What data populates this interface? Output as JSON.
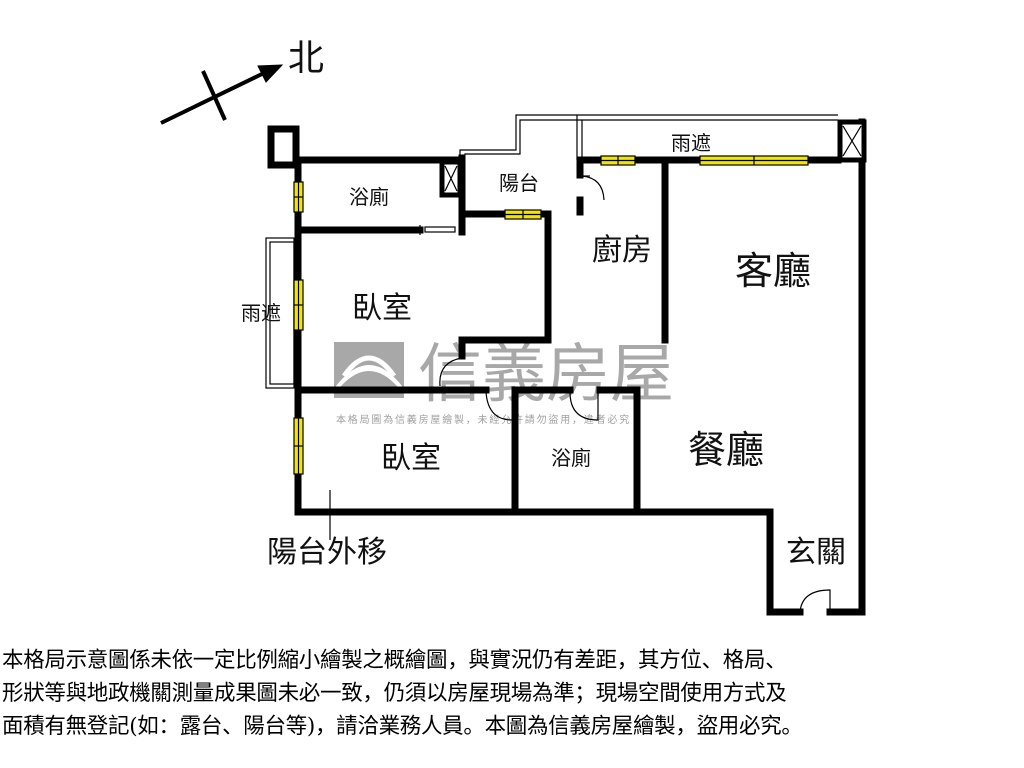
{
  "compass": {
    "label": "北"
  },
  "rooms": {
    "canopy_top": "雨遮",
    "bath_top": "浴廁",
    "balcony": "陽台",
    "kitchen": "廚房",
    "living": "客廳",
    "canopy_left": "雨遮",
    "bedroom_top": "臥室",
    "bedroom_bottom": "臥室",
    "bath_bottom": "浴廁",
    "dining": "餐廳",
    "entrance": "玄關",
    "balcony_moved": "陽台外移"
  },
  "watermark": {
    "brand": "信義房屋",
    "notice": "本格局圖為信義房屋繪製，未經允許請勿盜用，違者必究"
  },
  "colors": {
    "wall": "#000000",
    "window": "#f2e600",
    "watermark": "#a0a0a0"
  },
  "disclaimer": [
    "本格局示意圖係未依一定比例縮小繪製之概繪圖，與實況仍有差距，其方位、格局、",
    "形狀等與地政機關測量成果圖未必一致，仍須以房屋現場為準；現場空間使用方式及",
    "面積有無登記(如：露台、陽台等)，請洽業務人員。本圖為信義房屋繪製，盜用必究。"
  ]
}
